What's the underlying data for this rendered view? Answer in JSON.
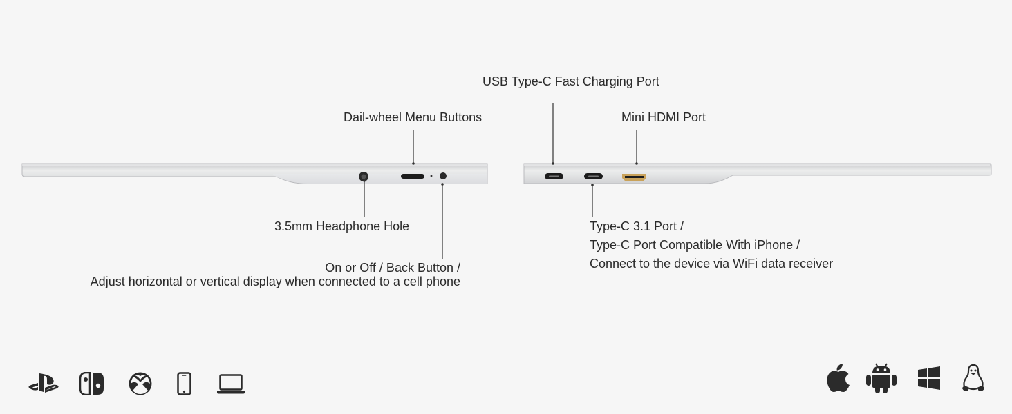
{
  "callouts": {
    "usb_c_fast_charging": "USB Type-C Fast Charging Port",
    "dial_wheel_menu": "Dail-wheel Menu Buttons",
    "mini_hdmi": "Mini HDMI Port",
    "headphone": "3.5mm Headphone Hole",
    "power_button_line1": "On or Off / Back Button /",
    "power_button_line2": "Adjust horizontal or vertical display when connected to a cell phone",
    "typec31_line1": "Type-C 3.1 Port /",
    "typec31_line2": "Type-C Port Compatible With iPhone /",
    "typec31_line3": "Connect to the device via WiFi data receiver"
  },
  "compatible_devices": {
    "left": [
      "playstation-icon",
      "nintendo-switch-icon",
      "xbox-icon",
      "smartphone-icon",
      "laptop-icon"
    ],
    "right": [
      "apple-icon",
      "android-icon",
      "windows-icon",
      "linux-icon"
    ]
  },
  "colors": {
    "background": "#f6f6f6",
    "monitor_edge": "#d9dadc",
    "port_dark": "#1c1c1c",
    "hdmi_gold": "#c9a25a",
    "leader_line": "#333333"
  }
}
